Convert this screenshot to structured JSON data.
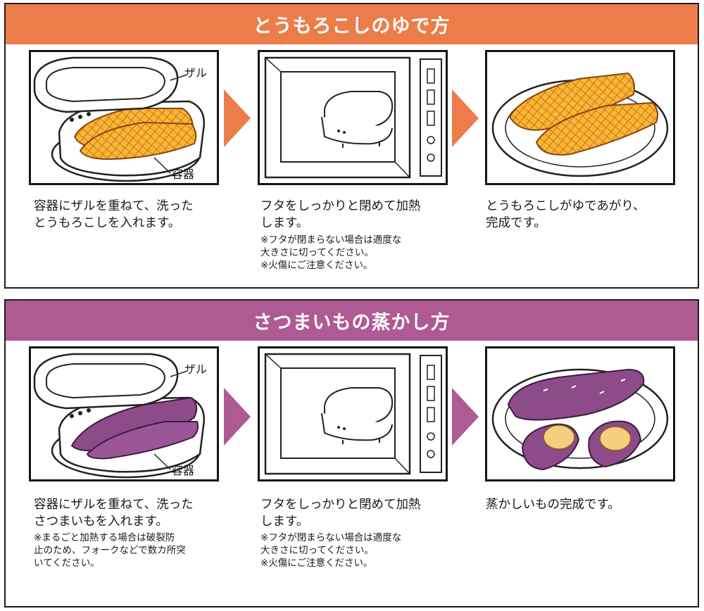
{
  "colors": {
    "corn_banner": "#ec7d4a",
    "potato_banner": "#ae5a93",
    "frame": "#1e1e1e"
  },
  "corn": {
    "title": "とうもろこしのゆで方",
    "labels": {
      "colander": "ザル",
      "container": "容器"
    },
    "steps": [
      {
        "caption": "容器にザルを重ねて、洗った\nとうもろこしを入れます。",
        "note": ""
      },
      {
        "caption": "フタをしっかりと閉めて加熱\nします。",
        "note": "※フタが閉まらない場合は適度な\n大きさに切ってください。\n※火傷にご注意ください。"
      },
      {
        "caption": "とうもろこしがゆであがり、\n完成です。",
        "note": ""
      }
    ]
  },
  "potato": {
    "title": "さつまいもの蒸かし方",
    "labels": {
      "colander": "ザル",
      "container": "容器"
    },
    "steps": [
      {
        "caption": "容器にザルを重ねて、洗った\nさつまいもを入れます。",
        "note": "※まるごと加熱する場合は破裂防\n止のため、フォークなどで数カ所突\nいてください。"
      },
      {
        "caption": "フタをしっかりと閉めて加熱\nします。",
        "note": "※フタが閉まらない場合は適度な\n大きさに切ってください。\n※火傷にご注意ください。"
      },
      {
        "caption": "蒸かしいもの完成です。",
        "note": ""
      }
    ]
  }
}
